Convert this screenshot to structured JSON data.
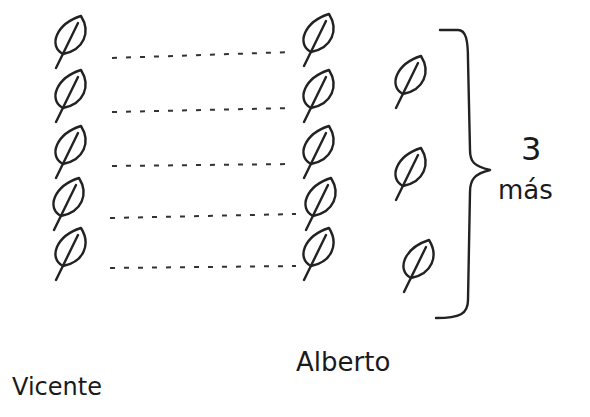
{
  "diagram": {
    "labels": [
      "3",
      "más",
      "Vicente",
      "Alberto"
    ]
  }
}
